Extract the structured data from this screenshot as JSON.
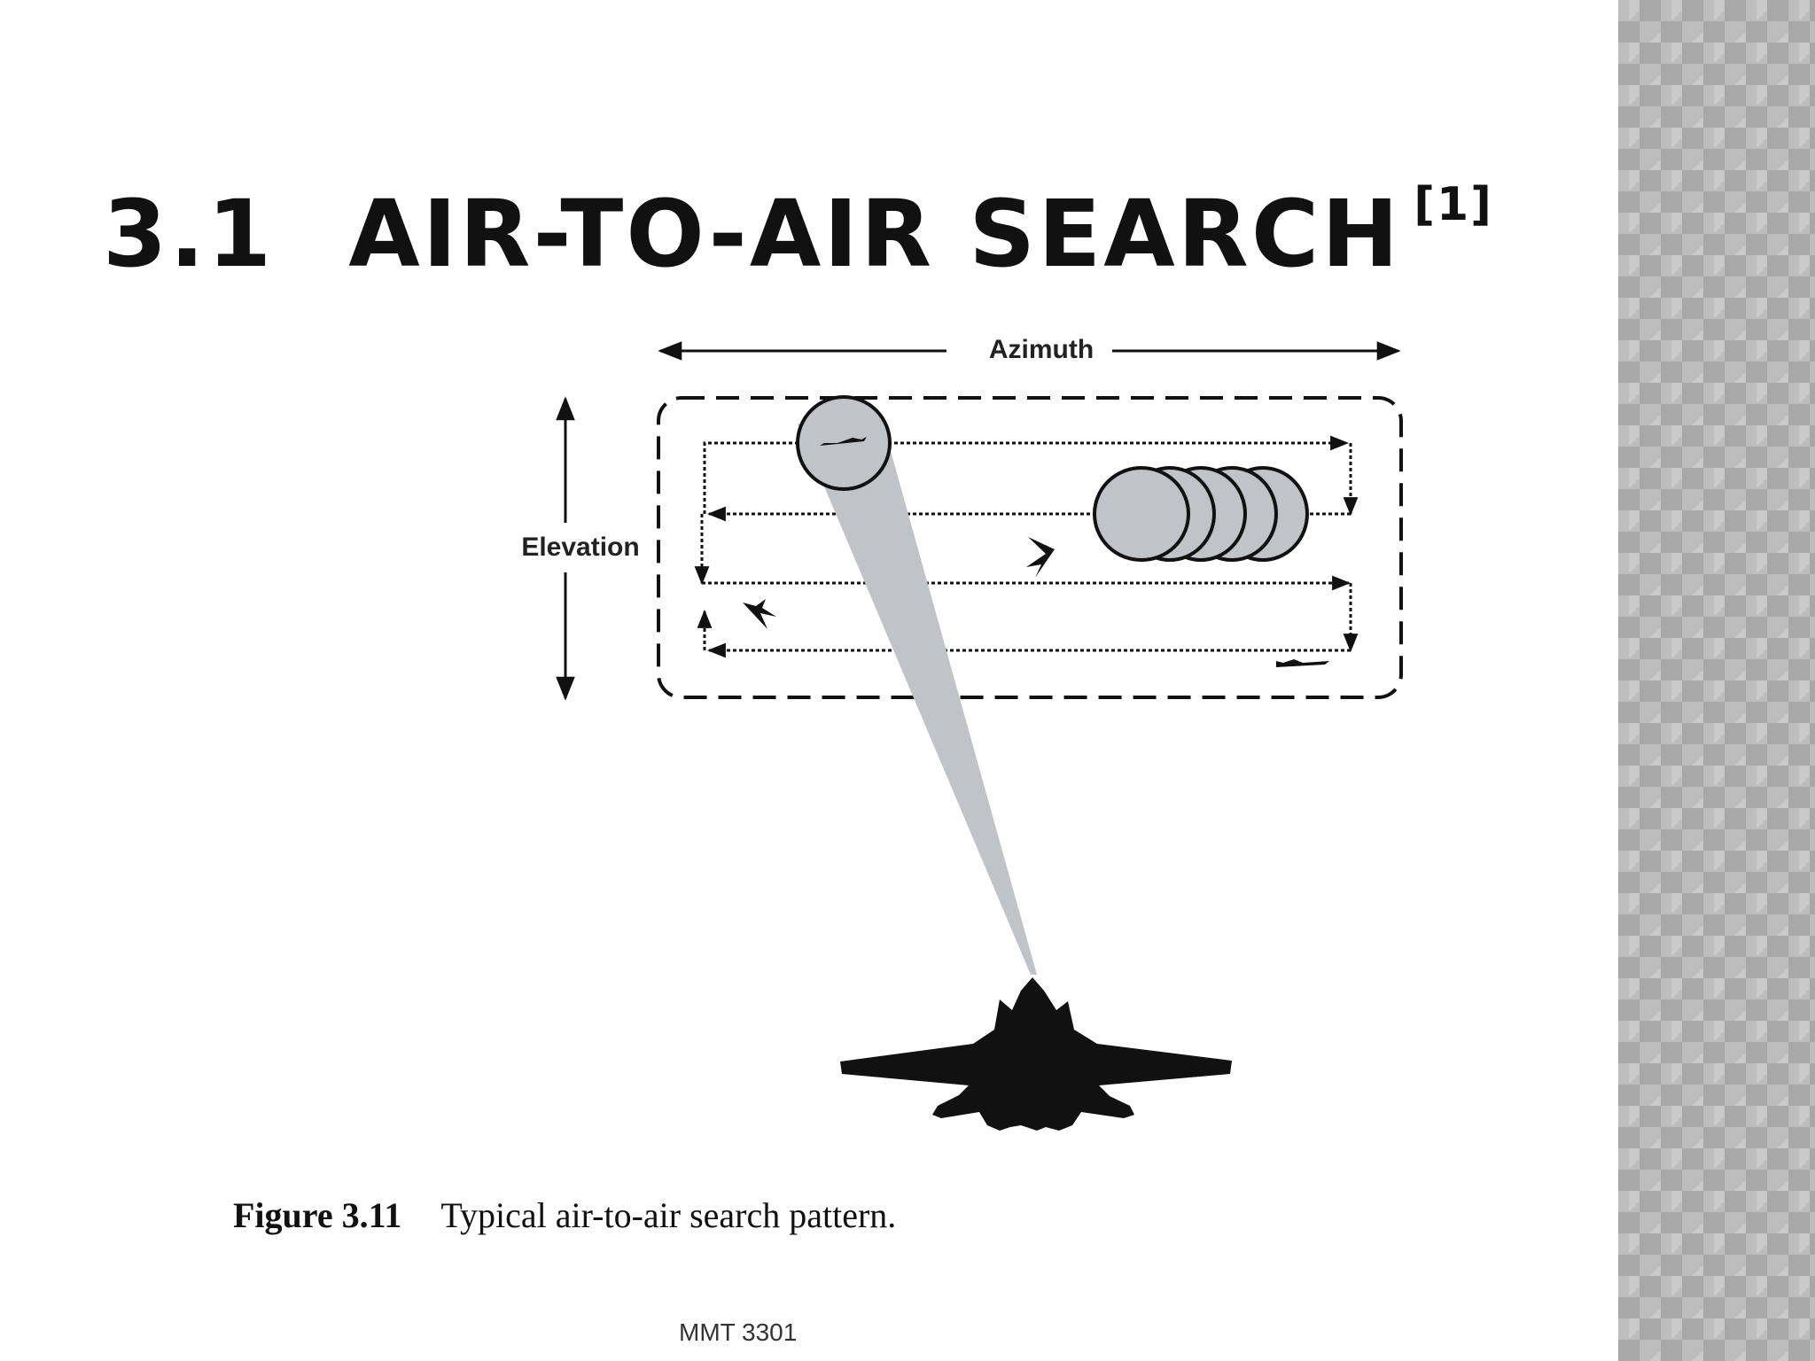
{
  "slide": {
    "title_number": "3.1",
    "title_text": "AIR-TO-AIR SEARCH",
    "title_ref": "[1]",
    "footer": "MMT 3301"
  },
  "figure": {
    "azimuth_label": "Azimuth",
    "elevation_label": "Elevation",
    "caption_label": "Figure 3.11",
    "caption_text": "Typical air-to-air search pattern."
  },
  "colors": {
    "side_panel": "#bdbdbd",
    "beam": "#c0c3c7",
    "ink": "#111111"
  }
}
